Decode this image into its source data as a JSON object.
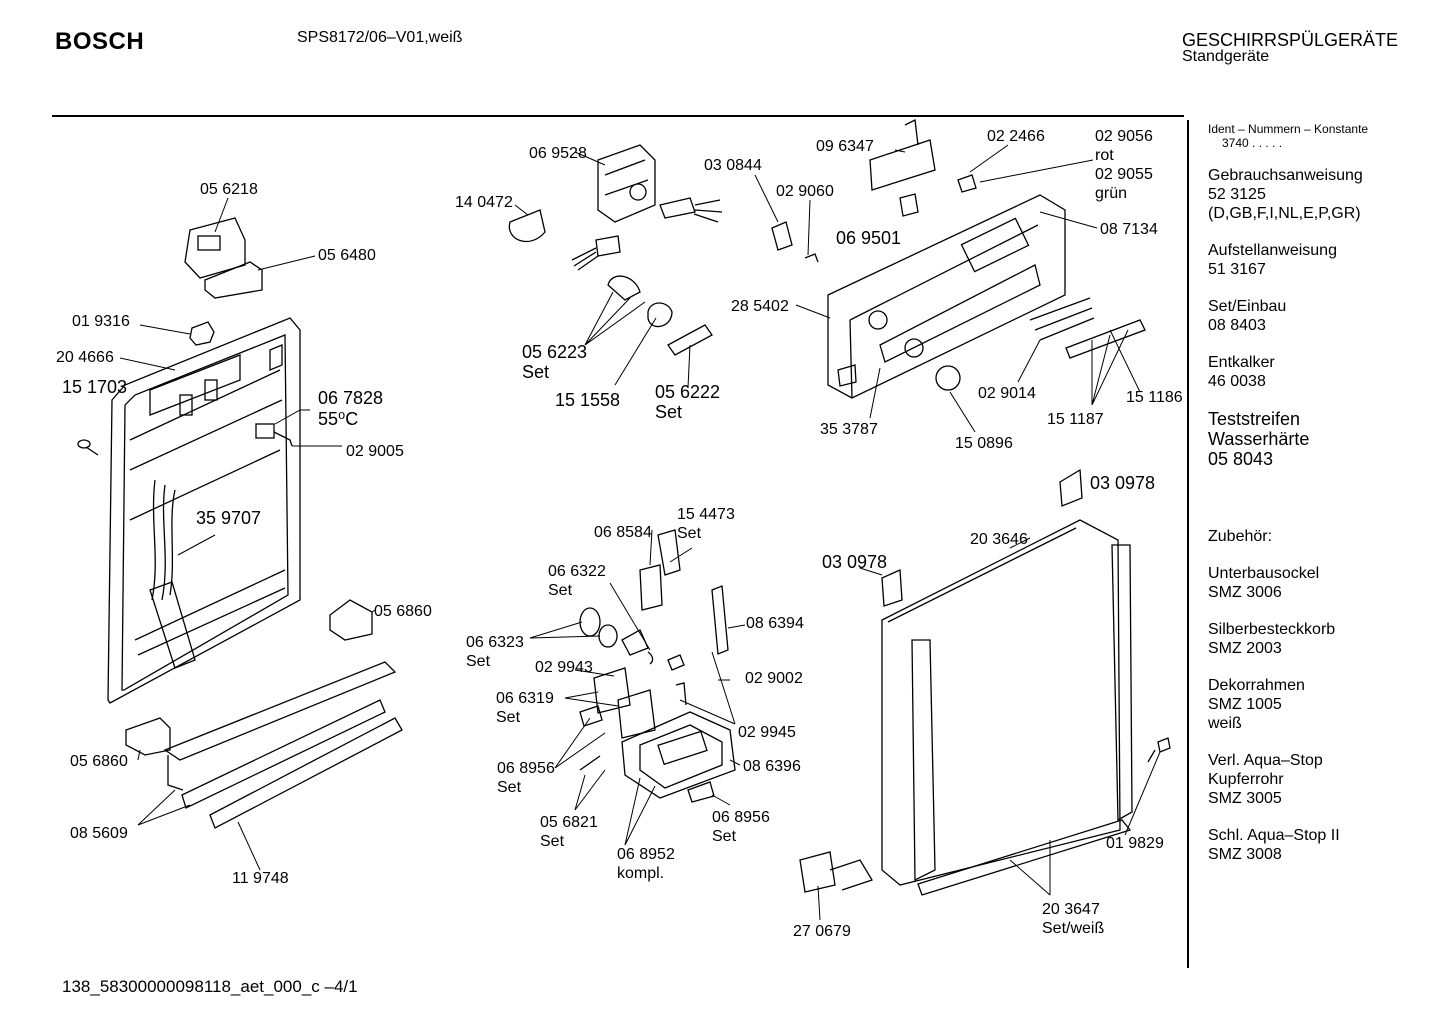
{
  "header": {
    "brand": "BOSCH",
    "model": "SPS8172/06–V01,weiß",
    "category": "GESCHIRRSPÜLGERÄTE",
    "subcategory": "Standgeräte"
  },
  "footer": {
    "code": "138_58300000098118_aet_000_c  –4/1"
  },
  "sidebar": {
    "ident_label": "Ident – Nummern – Konstante",
    "ident_value": "3740  .  .  .  .  .",
    "items": [
      {
        "label": "Gebrauchsanweisung",
        "lines": [
          "52 3125",
          "(D,GB,F,I,NL,E,P,GR)"
        ]
      },
      {
        "label": "Aufstellanweisung",
        "lines": [
          "51 3167"
        ]
      },
      {
        "label": "Set/Einbau",
        "lines": [
          "08 8403"
        ]
      },
      {
        "label": "Entkalker",
        "lines": [
          "46 0038"
        ]
      }
    ],
    "test_strip": {
      "line1": "Teststreifen",
      "line2": "Wasserhärte",
      "line3": "05 8043"
    },
    "accessories_label": "Zubehör:",
    "accessories": [
      {
        "lines": [
          "Unterbausockel",
          "SMZ 3006"
        ]
      },
      {
        "lines": [
          "Silberbesteckkorb",
          "SMZ 2003"
        ]
      },
      {
        "lines": [
          "Dekorrahmen",
          "SMZ 1005",
          "weiß"
        ]
      },
      {
        "lines": [
          "Verl. Aqua–Stop",
          "Kupferrohr",
          "SMZ 3005"
        ]
      },
      {
        "lines": [
          "Schl. Aqua–Stop II",
          "SMZ 3008"
        ]
      }
    ]
  },
  "parts": {
    "p056218": "05 6218",
    "p056480": "05 6480",
    "p019316": "01 9316",
    "p204666": "20 4666",
    "p151703": "15 1703",
    "p067828": "06 7828",
    "p067828_temp": "55⁰C",
    "p029005": "02 9005",
    "p359707": "35 9707",
    "p056860a": "05 6860",
    "p056860b": "05 6860",
    "p085609": "08 5609",
    "p119748": "11 9748",
    "p069528": "06 9528",
    "p140472": "14 0472",
    "p030844": "03 0844",
    "p029060": "02 9060",
    "p096347": "09 6347",
    "p022466": "02 2466",
    "p029056": "02 9056",
    "rot": "rot",
    "p029055": "02 9055",
    "gruen": "grün",
    "p069501": "06 9501",
    "p087134": "08 7134",
    "p285402": "28 5402",
    "p056223": "05 6223",
    "set_a": "Set",
    "p151558": "15 1558",
    "p056222": "05 6222",
    "set_b": "Set",
    "p029014": "02 9014",
    "p151186": "15 1186",
    "p151187": "15 1187",
    "p353787": "35 3787",
    "p150896": "15 0896",
    "p030978a": "03 0978",
    "p030978b": "03 0978",
    "p203646": "20 3646",
    "p068584": "06 8584",
    "p154473": "15 4473",
    "set_c": "Set",
    "p066322": "06 6322",
    "set_d": "Set",
    "p066323": "06 6323",
    "set_e": "Set",
    "p086394": "08 6394",
    "p029943": "02 9943",
    "p029002": "02 9002",
    "p066319": "06 6319",
    "set_f": "Set",
    "p029945": "02 9945",
    "p068956a": "06 8956",
    "set_g": "Set",
    "p086396": "08 6396",
    "p056821": "05 6821",
    "set_h": "Set",
    "p068956b": "06 8956",
    "set_i": "Set",
    "p068952": "06 8952",
    "kompl": "kompl.",
    "p019829": "01 9829",
    "p270679": "27 0679",
    "p203647": "20 3647",
    "setweiss": "Set/weiß"
  }
}
